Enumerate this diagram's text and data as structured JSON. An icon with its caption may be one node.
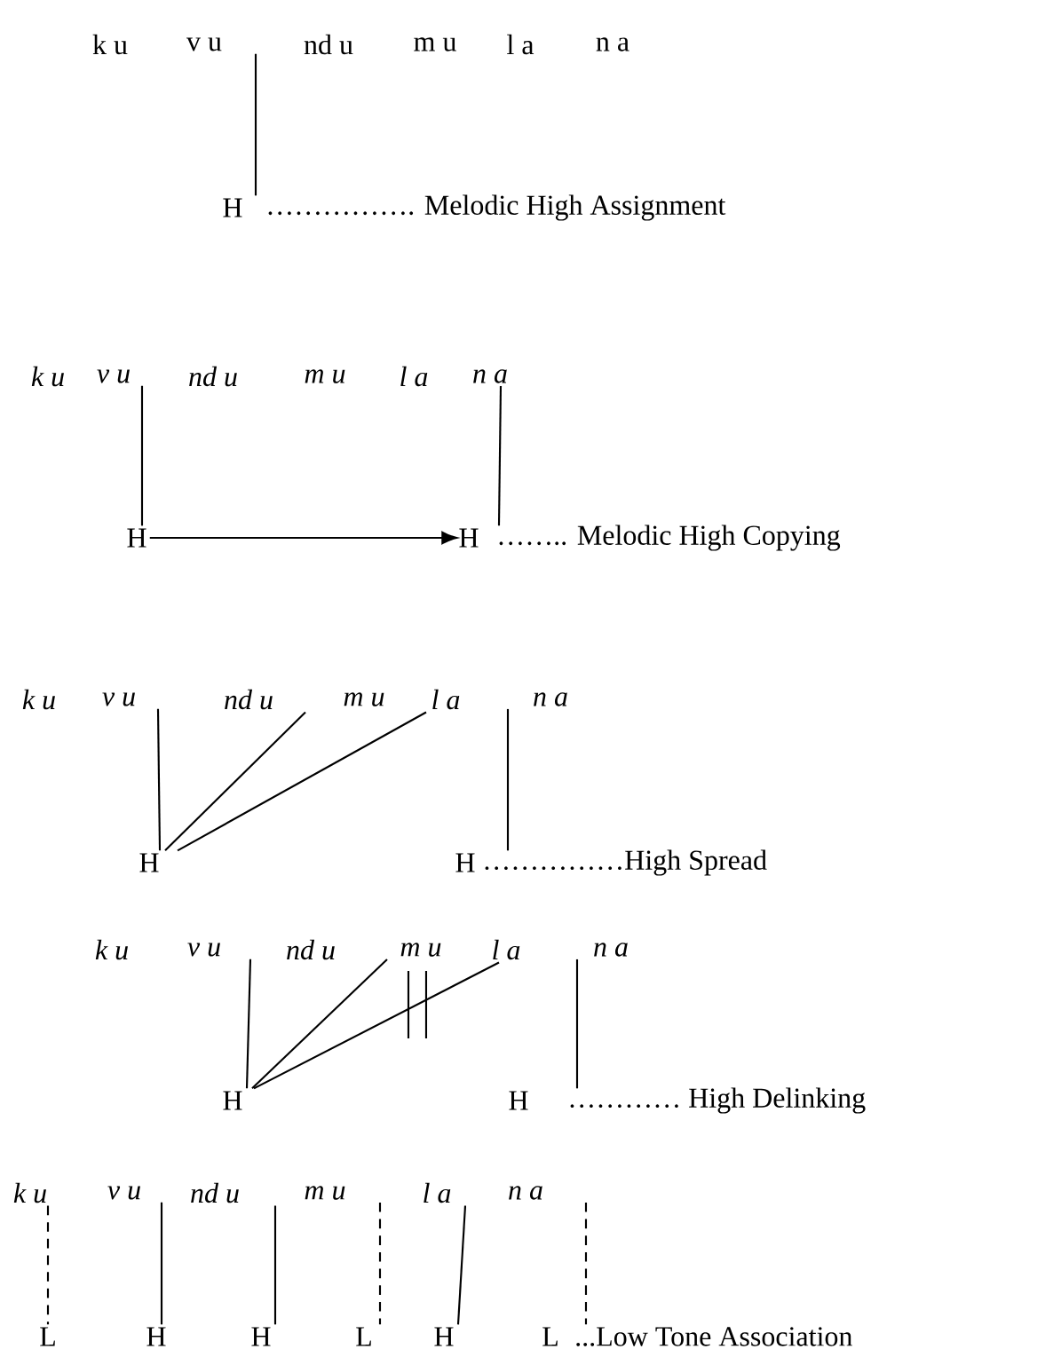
{
  "diagram": {
    "nodes": [
      {
        "text": [
          "k u"
        ]
      },
      {
        "text": [
          "v u"
        ]
      },
      {
        "text": [
          "nd u"
        ]
      },
      {
        "text": [
          "m u"
        ]
      },
      {
        "text": [
          "l a"
        ]
      },
      {
        "text": [
          "n a"
        ]
      },
      {
        "text": [
          "H"
        ]
      },
      {
        "text": [
          "k u"
        ]
      },
      {
        "text": [
          "v u"
        ]
      },
      {
        "text": [
          "nd u"
        ]
      },
      {
        "text": [
          "m u"
        ]
      },
      {
        "text": [
          "l a"
        ]
      },
      {
        "text": [
          "n a"
        ]
      },
      {
        "text": [
          "H"
        ]
      },
      {
        "text": [
          "H"
        ]
      },
      {
        "text": [
          "k u"
        ]
      },
      {
        "text": [
          "v u"
        ]
      },
      {
        "text": [
          "nd u"
        ]
      },
      {
        "text": [
          "m u"
        ]
      },
      {
        "text": [
          "l a"
        ]
      },
      {
        "text": [
          "n a"
        ]
      },
      {
        "text": [
          "H"
        ]
      },
      {
        "text": [
          "H"
        ]
      },
      {
        "text": [
          "k u"
        ]
      },
      {
        "text": [
          "v u"
        ]
      },
      {
        "text": [
          "nd u"
        ]
      },
      {
        "text": [
          "m u"
        ]
      },
      {
        "text": [
          "l a"
        ]
      },
      {
        "text": [
          "n a"
        ]
      },
      {
        "text": [
          "H"
        ]
      },
      {
        "text": [
          "H"
        ]
      },
      {
        "text": [
          "k u"
        ]
      },
      {
        "text": [
          "v u"
        ]
      },
      {
        "text": [
          "nd u"
        ]
      },
      {
        "text": [
          "m u"
        ]
      },
      {
        "text": [
          "l a"
        ]
      },
      {
        "text": [
          "n a"
        ]
      },
      {
        "text": [
          "L"
        ]
      },
      {
        "text": [
          "H"
        ]
      },
      {
        "text": [
          "H"
        ]
      },
      {
        "text": [
          "L"
        ]
      },
      {
        "text": [
          "H"
        ]
      },
      {
        "text": [
          "L"
        ]
      }
    ],
    "edges": [
      {
        "from": 1,
        "to": 6,
        "arrow": "none"
      },
      {
        "from": 8,
        "to": 13,
        "arrow": "none"
      },
      {
        "from": 12,
        "to": 14,
        "arrow": "none"
      },
      {
        "from": 13,
        "to": 14,
        "arrow": "to"
      },
      {
        "from": 16,
        "to": 21,
        "arrow": "none"
      },
      {
        "from": 17,
        "to": 21,
        "arrow": "none"
      },
      {
        "from": 19,
        "to": 21,
        "arrow": "none"
      },
      {
        "from": 20,
        "to": 22,
        "arrow": "none"
      },
      {
        "from": 24,
        "to": 29,
        "arrow": "none"
      },
      {
        "from": 26,
        "to": 29,
        "arrow": "none"
      },
      {
        "from": 27,
        "to": 29,
        "arrow": "none"
      },
      {
        "from": 28,
        "to": 30,
        "arrow": "none"
      },
      {
        "from": 31,
        "to": 37,
        "arrow": "none",
        "style": "dashed"
      },
      {
        "from": 32,
        "to": 38,
        "arrow": "none"
      },
      {
        "from": 33,
        "to": 39,
        "arrow": "none"
      },
      {
        "from": 34,
        "to": 40,
        "arrow": "none",
        "style": "dashed"
      },
      {
        "from": 35,
        "to": 41,
        "arrow": "none"
      },
      {
        "from": 36,
        "to": 42,
        "arrow": "none",
        "style": "dashed"
      }
    ],
    "labels": [
      "……………. Melodic High Assignment",
      "…….. Melodic High Copying",
      "……………High Spread",
      "………… High Delinking",
      "...Low Tone Association"
    ]
  }
}
